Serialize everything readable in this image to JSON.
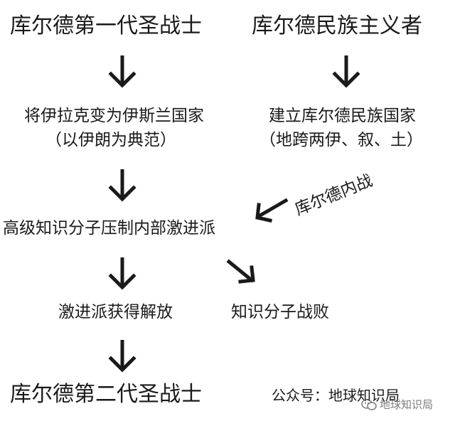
{
  "diagram": {
    "left_top_title": "库尔德第一代圣战士",
    "right_top_title": "库尔德民族主义者",
    "left_step1_line1": "将伊拉克变为伊斯兰国家",
    "left_step1_line2": "（以伊朗为典范）",
    "right_step1_line1": "建立库尔德民族国家",
    "right_step1_line2": "（地跨两伊、叙、土）",
    "civil_war_label": "库尔德内战",
    "left_step2": "高级知识分子压制内部激进派",
    "left_step3": "激进派获得解放",
    "right_step3": "知识分子战败",
    "left_bottom_title": "库尔德第二代圣战士",
    "footer_credit": "公众号：地球知识局",
    "watermark_text": "地球知识局"
  },
  "colors": {
    "text": "#1a1a1a",
    "arrow": "#1a1a1a",
    "watermark": "#666666"
  }
}
